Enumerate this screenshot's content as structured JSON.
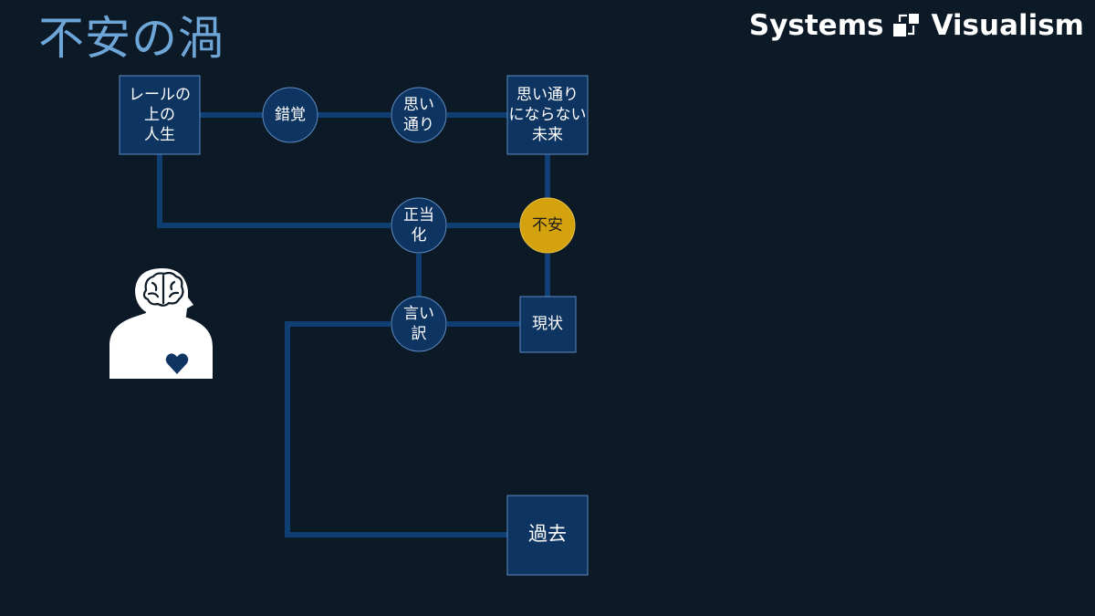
{
  "title": "不安の渦",
  "brand": {
    "left_word": "Systems",
    "right_word": "Visualism",
    "logo_icon": "systems-visualism-logo-icon"
  },
  "colors": {
    "background": "#0c1926",
    "node_fill": "#0e3461",
    "node_stroke": "#5d8cc4",
    "connector": "#0f3e73",
    "highlight": "#d4a20c",
    "title": "#6fa6d8"
  },
  "person_icon": "person-with-brain-and-heart-icon",
  "nodes": {
    "rail_life": {
      "label": "レールの\n上の\n人生"
    },
    "illusion": {
      "label": "錯覚"
    },
    "as_expected": {
      "label": "思い\n通り"
    },
    "unexpected_future": {
      "label": "思い通り\nにならない\n未来"
    },
    "justify": {
      "label": "正当\n化"
    },
    "anxiety": {
      "label": "不安"
    },
    "excuse": {
      "label": "言い\n訳"
    },
    "present": {
      "label": "現状"
    },
    "past": {
      "label": "過去"
    }
  }
}
